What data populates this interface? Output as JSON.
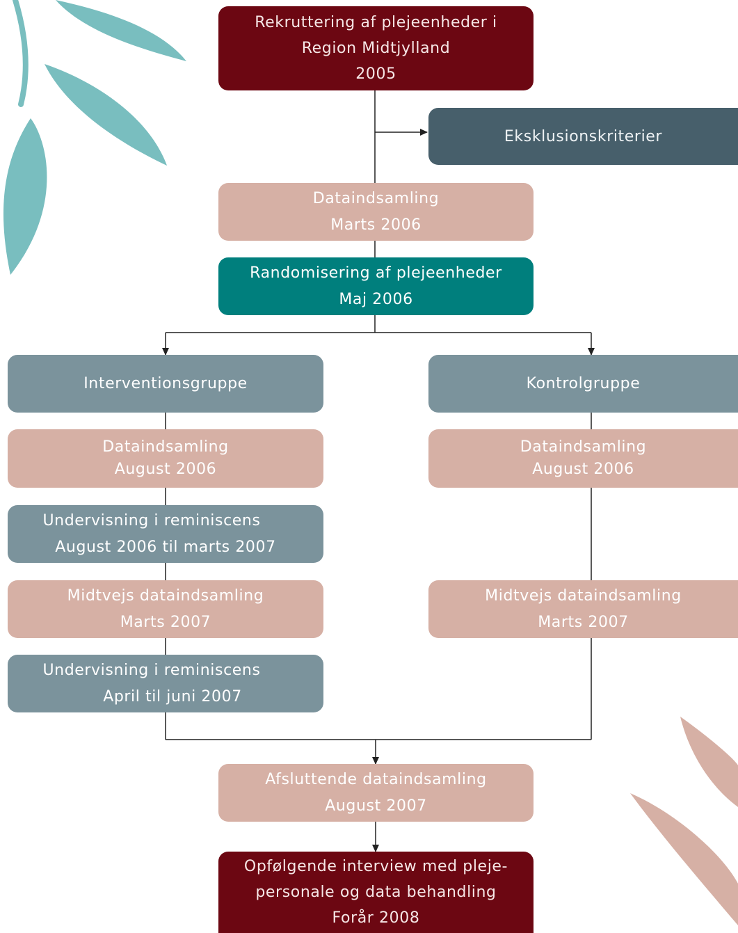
{
  "colors": {
    "dark_red": "#6c0712",
    "dark_slate": "#475f6b",
    "pink": "#d6b0a5",
    "teal": "#007f7d",
    "slate": "#7b939c",
    "leaf_teal": "#79bebf",
    "leaf_pink": "#d6b0a5",
    "connector": "#222222"
  },
  "nodes": {
    "recruitment": {
      "line1": "Rekruttering af plejeenheder i",
      "line2": "Region Midtjylland",
      "line3": "2005"
    },
    "exclusion": {
      "line1": "Eksklusionskriterier"
    },
    "baseline": {
      "line1": "Dataindsamling",
      "line2": "Marts 2006"
    },
    "randomization": {
      "line1": "Randomisering af plejeenheder",
      "line2": "Maj 2006"
    },
    "intervention": {
      "line1": "Interventionsgruppe"
    },
    "control": {
      "line1": "Kontrolgruppe"
    },
    "int_data_aug": {
      "line1": "Dataindsamling",
      "line2": "August 2006"
    },
    "ctl_data_aug": {
      "line1": "Dataindsamling",
      "line2": "August 2006"
    },
    "teaching_1": {
      "line1": "Undervisning i reminiscens",
      "line2": "August 2006 til marts 2007"
    },
    "int_midway": {
      "line1": "Midtvejs dataindsamling",
      "line2": "Marts 2007"
    },
    "ctl_midway": {
      "line1": "Midtvejs dataindsamling",
      "line2": "Marts 2007"
    },
    "teaching_2": {
      "line1": "Undervisning i reminiscens",
      "line2": "April til juni 2007"
    },
    "final": {
      "line1": "Afsluttende dataindsamling",
      "line2": "August 2007"
    },
    "followup": {
      "line1": "Opfølgende interview med pleje-",
      "line2": "personale og data behandling",
      "line3": "Forår 2008"
    }
  }
}
